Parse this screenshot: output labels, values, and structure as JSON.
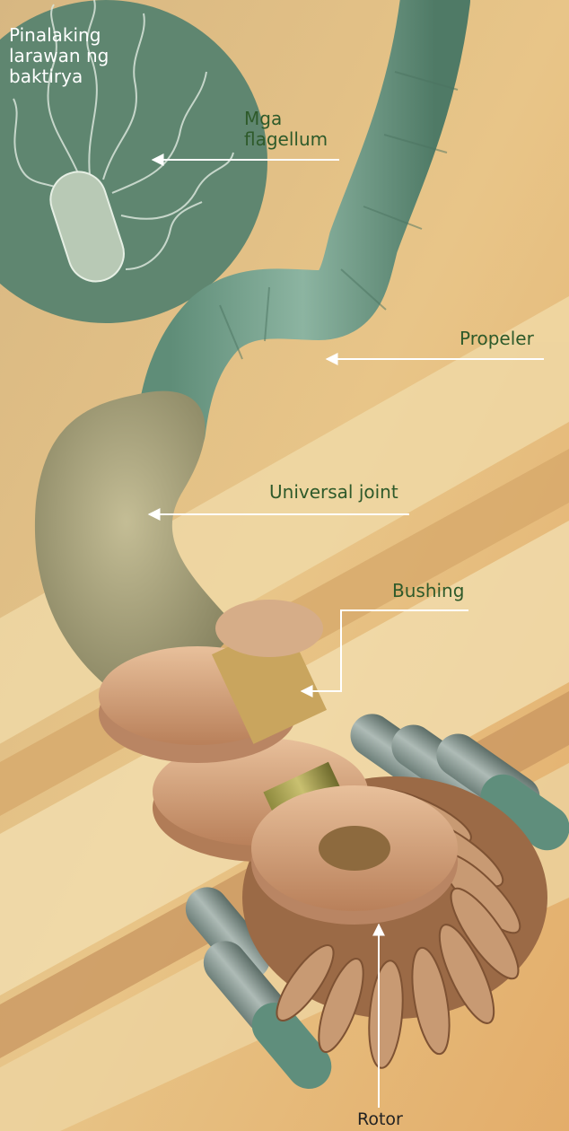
{
  "diagram": {
    "inset_caption": [
      "Pinalaking",
      "larawan ng",
      "baktirya"
    ],
    "labels": {
      "flagellum": [
        "Mga",
        "flagellum"
      ],
      "propeler": "Propeler",
      "universal_joint": "Universal joint",
      "bushing": "Bushing",
      "rotor": "Rotor"
    },
    "colors": {
      "background": "#e9c07e",
      "membrane_band": "#f3dfae",
      "flagellum_green": "#6f9c86",
      "joint_olive": "#a6a07a",
      "disc_tan": "#d7a57f",
      "rotor_brown": "#b07c55",
      "stator_gray": "#8a9a94",
      "label_green": "#2e5a2a",
      "inset_circle": "#5f8670"
    }
  }
}
